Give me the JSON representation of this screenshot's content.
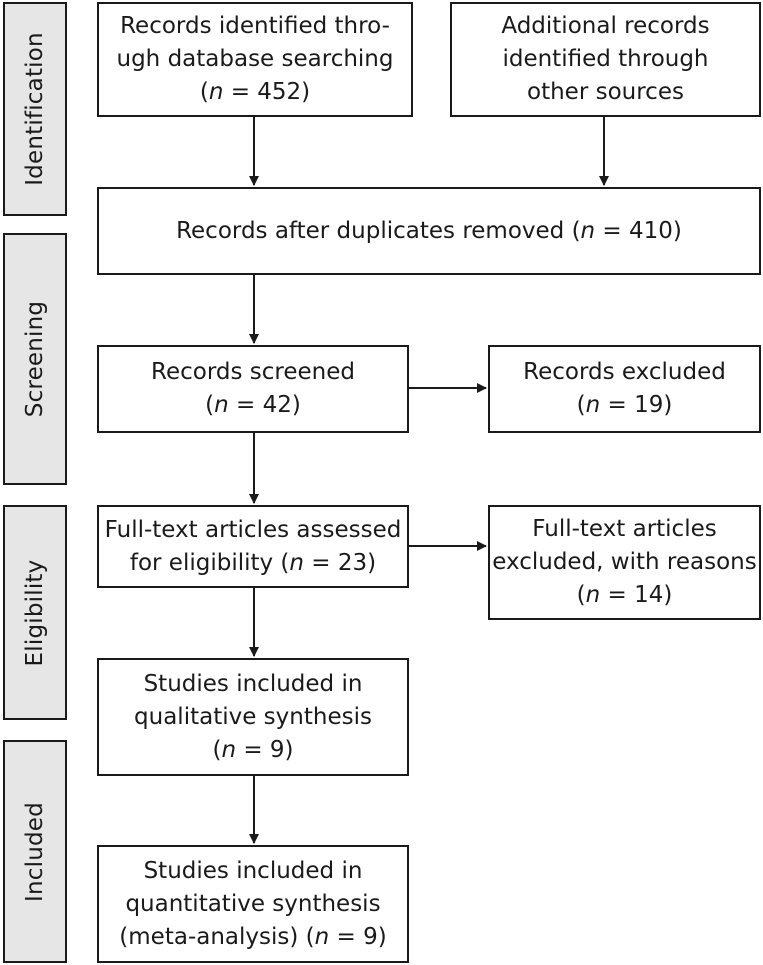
{
  "phases": {
    "identification": "Identification",
    "screening": "Screening",
    "eligibility": "Eligibility",
    "included": "Included"
  },
  "boxes": {
    "database": {
      "lines": [
        "Records identified thro-",
        "ugh database searching"
      ],
      "n_prefix": "(",
      "n_var": "n",
      "n_suffix": " = 452)"
    },
    "other": {
      "lines": [
        "Additional records",
        "identified through",
        "other sources"
      ]
    },
    "duplicates": {
      "text_before": "Records after duplicates removed (",
      "n_var": "n",
      "text_after": " = 410)"
    },
    "screened": {
      "lines": [
        "Records screened"
      ],
      "n_prefix": "(",
      "n_var": "n",
      "n_suffix": " = 42)"
    },
    "excluded": {
      "lines": [
        "Records excluded"
      ],
      "n_prefix": "(",
      "n_var": "n",
      "n_suffix": " = 19)"
    },
    "fulltext": {
      "lines": [
        "Full-text articles assessed"
      ],
      "line2_before": "for eligibility (",
      "n_var": "n",
      "line2_after": " = 23)"
    },
    "fulltext_excluded": {
      "lines": [
        "Full-text articles",
        "excluded, with reasons"
      ],
      "n_prefix": "(",
      "n_var": "n",
      "n_suffix": " = 14)"
    },
    "qualitative": {
      "lines": [
        "Studies included in",
        "qualitative synthesis"
      ],
      "n_prefix": "(",
      "n_var": "n",
      "n_suffix": " = 9)"
    },
    "quantitative": {
      "lines": [
        "Studies included in",
        "quantitative synthesis"
      ],
      "line3_before": "(meta-analysis) (",
      "n_var": "n",
      "line3_after": " = 9)"
    }
  },
  "colors": {
    "phase_fill": "#e6e6e6",
    "stroke": "#1a1a1a",
    "box_fill": "#ffffff"
  }
}
